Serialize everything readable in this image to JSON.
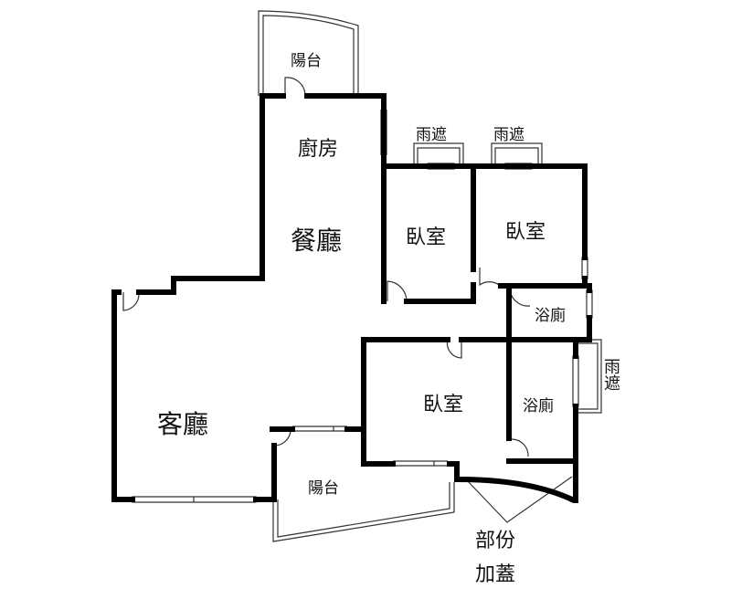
{
  "rooms": {
    "balcony_top": "陽台",
    "kitchen": "廚房",
    "dining": "餐廳",
    "canopy_1": "雨遮",
    "canopy_2": "雨遮",
    "bedroom_1": "臥室",
    "bedroom_2": "臥室",
    "bath_1": "浴廁",
    "living": "客廳",
    "bedroom_3": "臥室",
    "bath_2": "浴廁",
    "canopy_3": "雨遮",
    "balcony_bottom": "陽台"
  },
  "annotation": {
    "line1": "部份",
    "line2": "加蓋"
  },
  "colors": {
    "wall": "#000000",
    "thin": "#333333",
    "background": "#ffffff"
  }
}
